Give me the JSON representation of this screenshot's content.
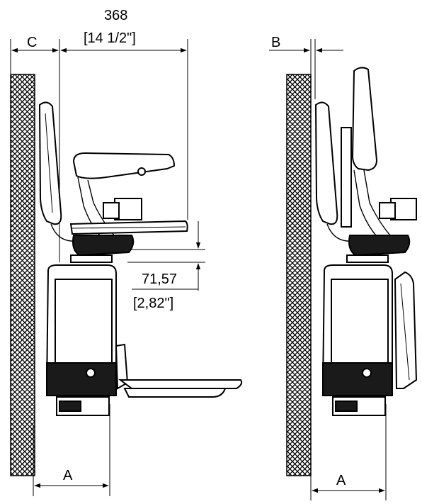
{
  "dimensions": {
    "seat_depth_mm": "368",
    "seat_depth_in": "[14 1/2\"]",
    "height_step_mm": "71,57",
    "height_step_in": "[2,82\"]",
    "label_a_left": "A",
    "label_c": "C",
    "label_b": "B",
    "label_a_right": "A"
  },
  "colors": {
    "line": "#000000",
    "background": "#ffffff",
    "body_fill": "#1a1a1a"
  }
}
